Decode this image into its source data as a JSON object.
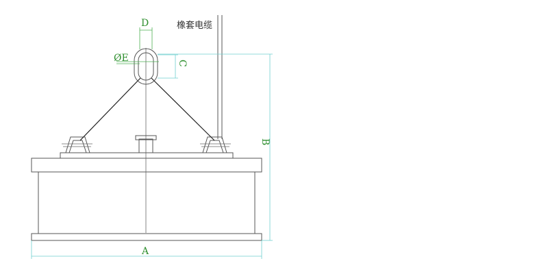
{
  "labels": {
    "dim_a": "A",
    "dim_b": "B",
    "dim_c": "C",
    "dim_d": "D",
    "dim_e": "ØE",
    "cable": "橡套电缆"
  },
  "colors": {
    "outline": "#555555",
    "dimension_cyan": "#6fcfcf",
    "dimension_green": "#4caf50",
    "label_green": "#2f8f2f",
    "sling": "#222222"
  }
}
